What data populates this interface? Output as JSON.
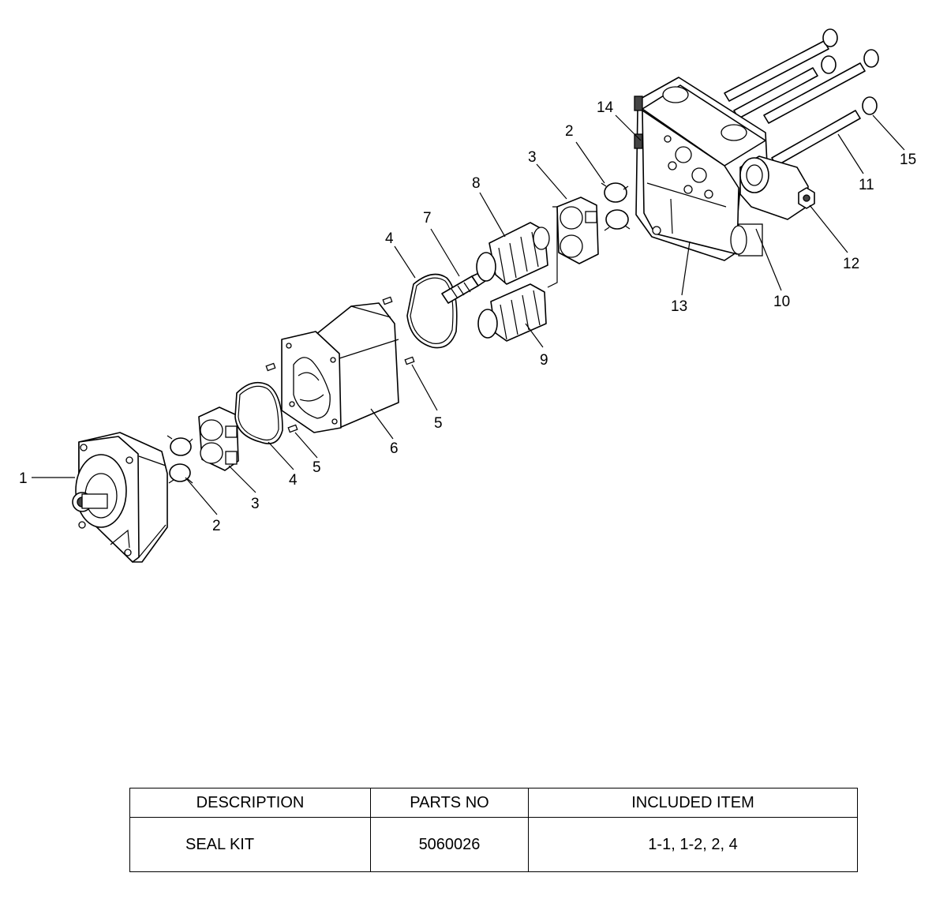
{
  "callouts": {
    "c1": "1",
    "c2a": "2",
    "c3a": "3",
    "c4a": "4",
    "c5a": "5",
    "c6": "6",
    "c5b": "5",
    "c4b": "4",
    "c7": "7",
    "c8": "8",
    "c9": "9",
    "c3b": "3",
    "c2b": "2",
    "c14": "14",
    "c13": "13",
    "c10": "10",
    "c12": "12",
    "c11": "11",
    "c15": "15"
  },
  "table": {
    "headers": [
      "DESCRIPTION",
      "PARTS NO",
      "INCLUDED ITEM"
    ],
    "rows": [
      [
        "SEAL KIT",
        "5060026",
        "1-1, 1-2, 2, 4"
      ]
    ]
  }
}
